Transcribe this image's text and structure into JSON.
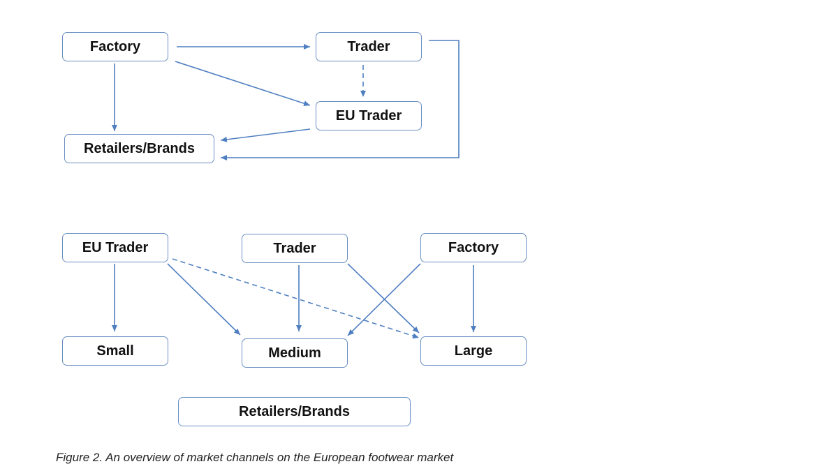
{
  "colors": {
    "connector": "#4f7fc0",
    "box_border": "#6a8fc2"
  },
  "diagram_top": {
    "factory": "Factory",
    "trader": "Trader",
    "eu_trader": "EU Trader",
    "retailers_brands": "Retailers/Brands"
  },
  "diagram_bottom": {
    "eu_trader": "EU Trader",
    "trader": "Trader",
    "factory": "Factory",
    "small": "Small",
    "medium": "Medium",
    "large": "Large",
    "retailers_brands": "Retailers/Brands"
  },
  "caption": "Figure 2. An overview of market channels on the European footwear market"
}
